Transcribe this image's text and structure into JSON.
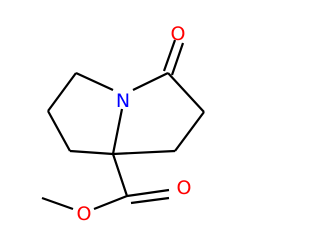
{
  "molecule": {
    "atoms": {
      "nitrogen": "N",
      "carbonyl_oxygen": "O",
      "ester_carbonyl_oxygen": "O",
      "ester_ether_oxygen": "O"
    },
    "colors": {
      "bond": "#000000",
      "nitrogen": "#0000ff",
      "oxygen": "#ff0000",
      "background": "#ffffff"
    }
  }
}
